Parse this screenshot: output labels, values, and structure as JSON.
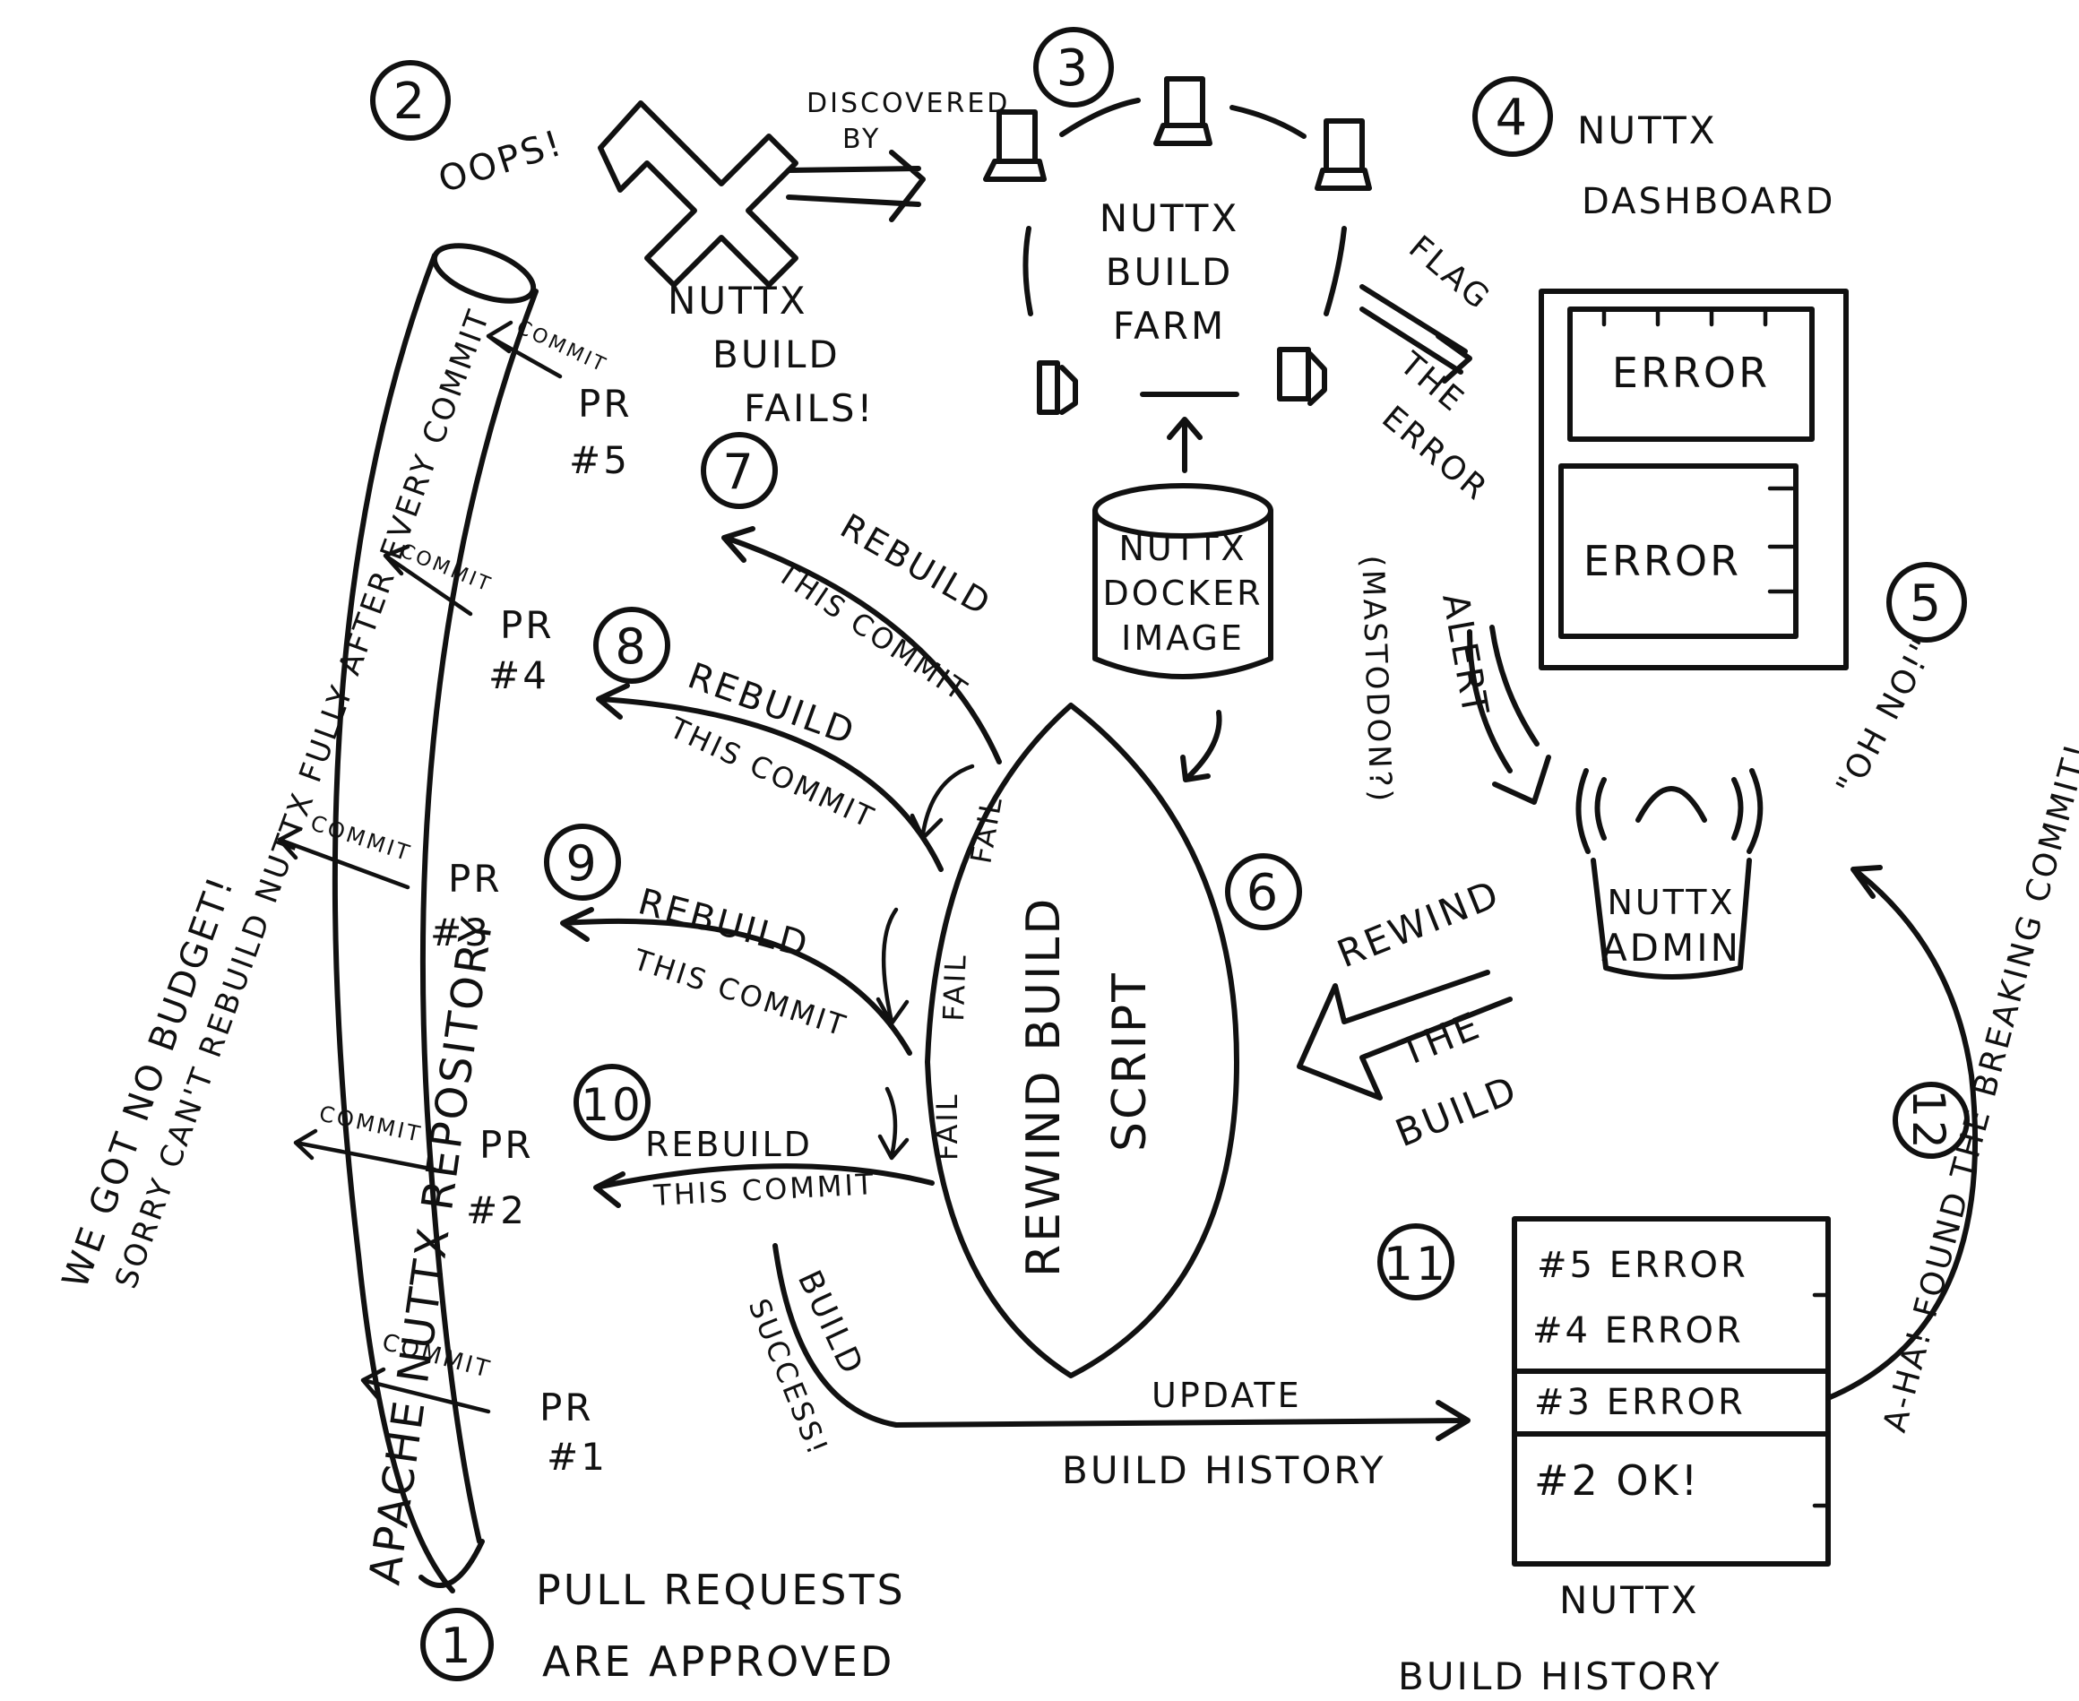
{
  "steps": {
    "s1": "1",
    "s2": "2",
    "s3": "3",
    "s4": "4",
    "s5": "5",
    "s6": "6",
    "s7": "7",
    "s8": "8",
    "s9": "9",
    "s10": "10",
    "s11": "11",
    "s12": "12"
  },
  "labels": {
    "oops": "OOPS!",
    "discovered_1": "DISCOVERED",
    "discovered_2": "BY",
    "build_fails_1": "NUTTX",
    "build_fails_2": "BUILD",
    "build_fails_3": "FAILS!",
    "farm_1": "NUTTX",
    "farm_2": "BUILD",
    "farm_3": "FARM",
    "dashboard_1": "NUTTX",
    "dashboard_2": "DASHBOARD",
    "flag_1": "FLAG",
    "flag_2": "THE",
    "flag_3": "ERROR",
    "dash_error_1": "ERROR",
    "dash_error_2": "ERROR",
    "docker_1": "NUTTX",
    "docker_2": "DOCKER",
    "docker_3": "IMAGE",
    "alert": "ALERT",
    "mastodon": "(MASTODON?)",
    "oh_no": "\"OH NO!\"",
    "admin_1": "NUTTX",
    "admin_2": "ADMIN",
    "repo": "APACHE NUTTX REPOSITORY",
    "budget_1": "WE GOT NO BUDGET!",
    "budget_2": "SORRY CAN'T REBUILD NUTTX FULLY AFTER EVERY COMMIT",
    "commit": "COMMIT",
    "pr5_1": "PR",
    "pr5_2": "#5",
    "pr4_1": "PR",
    "pr4_2": "#4",
    "pr3_1": "PR",
    "pr3_2": "#3",
    "pr2_1": "PR",
    "pr2_2": "#2",
    "pr1_1": "PR",
    "pr1_2": "#1",
    "rebuild": "REBUILD",
    "this_commit": "THIS COMMIT",
    "fail": "FAIL",
    "rewind_script_1": "REWIND BUILD",
    "rewind_script_2": "SCRIPT",
    "rewind_1": "REWIND",
    "rewind_2": "THE",
    "rewind_3": "BUILD",
    "pull_1": "PULL REQUESTS",
    "pull_2": "ARE APPROVED",
    "success_1": "BUILD",
    "success_2": "SUCCESS!",
    "update_1": "UPDATE",
    "update_2": "BUILD HISTORY",
    "history_1": "NUTTX",
    "history_2": "BUILD HISTORY",
    "aha": "A-HA! FOUND THE BREAKING COMMIT!"
  },
  "history_rows": [
    "#5 ERROR",
    "#4 ERROR",
    "#3 ERROR",
    "#2 OK!"
  ],
  "colors": {
    "ink": "#111111",
    "paper": "#ffffff"
  }
}
